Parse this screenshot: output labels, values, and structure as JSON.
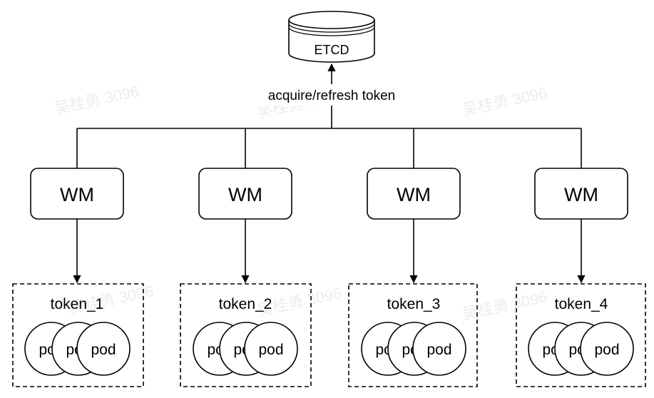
{
  "database": {
    "label": "ETCD"
  },
  "edge_label": "acquire/refresh token",
  "managers": [
    {
      "label": "WM"
    },
    {
      "label": "WM"
    },
    {
      "label": "WM"
    },
    {
      "label": "WM"
    }
  ],
  "groups": [
    {
      "label": "token_1",
      "pods": [
        "pod",
        "pod",
        "pod"
      ]
    },
    {
      "label": "token_2",
      "pods": [
        "pod",
        "pod",
        "pod"
      ]
    },
    {
      "label": "token_3",
      "pods": [
        "pod",
        "pod",
        "pod"
      ]
    },
    {
      "label": "token_4",
      "pods": [
        "pod",
        "pod",
        "pod"
      ]
    }
  ],
  "watermark": "吴桂勇 3096"
}
